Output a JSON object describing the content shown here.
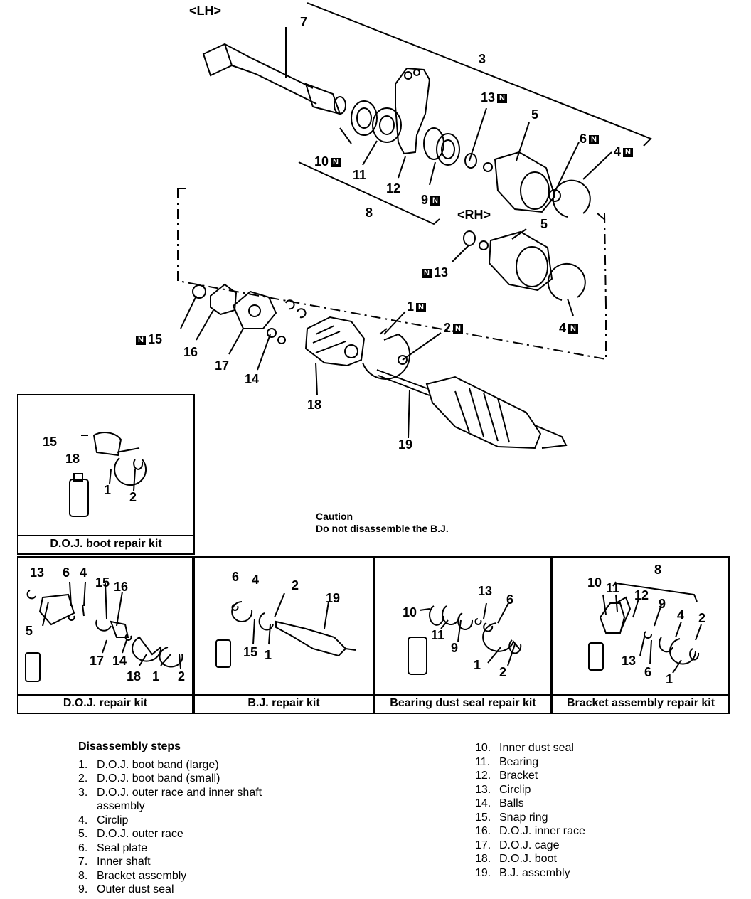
{
  "labels": {
    "lh": "<LH>",
    "rh": "<RH>",
    "n": "N",
    "p3": "3",
    "p5": "5",
    "p6": "6",
    "p4": "4",
    "p7": "7",
    "p8": "8",
    "p9": "9",
    "p10": "10",
    "p11": "11",
    "p12": "12",
    "p13": "13",
    "p14": "14",
    "p15": "15",
    "p16": "16",
    "p17": "17",
    "p18": "18",
    "p19": "19",
    "p1": "1",
    "p2": "2"
  },
  "caution": {
    "title": "Caution",
    "text": "Do not disassemble the B.J."
  },
  "kits": {
    "doj_boot": "D.O.J. boot repair kit",
    "doj": "D.O.J. repair kit",
    "bj": "B.J. repair kit",
    "bearing": "Bearing dust seal repair kit",
    "bracket": "Bracket assembly repair kit"
  },
  "steps": {
    "heading": "Disassembly steps",
    "left": [
      {
        "n": "1.",
        "t": "D.O.J. boot band (large)"
      },
      {
        "n": "2.",
        "t": "D.O.J. boot band (small)"
      },
      {
        "n": "3.",
        "t": "D.O.J. outer race and inner shaft"
      },
      {
        "n": "",
        "t": "assembly"
      },
      {
        "n": "4.",
        "t": "Circlip"
      },
      {
        "n": "5.",
        "t": "D.O.J. outer race"
      },
      {
        "n": "6.",
        "t": "Seal plate"
      },
      {
        "n": "7.",
        "t": "Inner shaft"
      },
      {
        "n": "8.",
        "t": "Bracket assembly"
      },
      {
        "n": "9.",
        "t": "Outer dust seal"
      }
    ],
    "right": [
      {
        "n": "10.",
        "t": "Inner dust seal"
      },
      {
        "n": "11.",
        "t": "Bearing"
      },
      {
        "n": "12.",
        "t": "Bracket"
      },
      {
        "n": "13.",
        "t": "Circlip"
      },
      {
        "n": "14.",
        "t": "Balls"
      },
      {
        "n": "15.",
        "t": "Snap ring"
      },
      {
        "n": "16.",
        "t": "D.O.J. inner race"
      },
      {
        "n": "17.",
        "t": "D.O.J. cage"
      },
      {
        "n": "18.",
        "t": "D.O.J. boot"
      },
      {
        "n": "19.",
        "t": "B.J. assembly"
      }
    ]
  }
}
